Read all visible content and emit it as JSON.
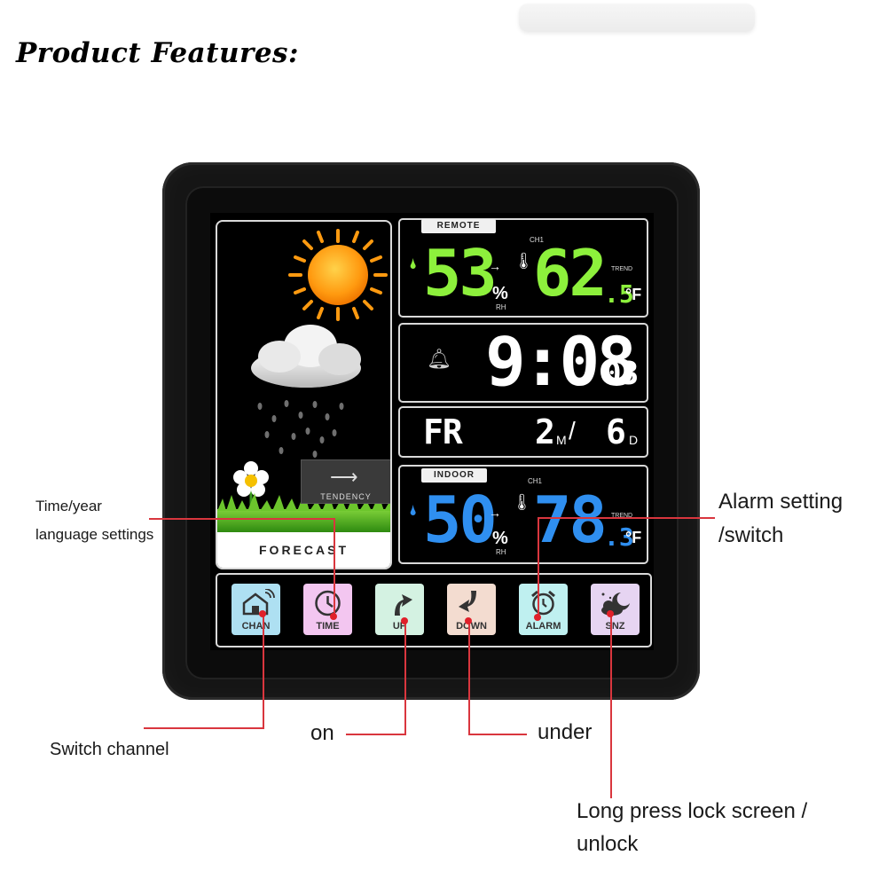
{
  "title": "Product Features:",
  "device": {
    "remote": {
      "tag": "REMOTE",
      "channel": "CH1",
      "humidity": "53",
      "humidity_unit": "%",
      "rh": "RH",
      "temp_whole": "62",
      "temp_decimal": ".5",
      "temp_unit": "°F",
      "trend": "TREND"
    },
    "clock": {
      "time": "9:08",
      "seconds": "03"
    },
    "date": {
      "weekday": "FR",
      "month": "2",
      "month_suffix": "M",
      "separator": "/",
      "day": "6",
      "day_suffix": "D"
    },
    "indoor": {
      "tag": "INDOOR",
      "channel": "CH1",
      "humidity": "50",
      "humidity_unit": "%",
      "rh": "RH",
      "temp_whole": "78",
      "temp_decimal": ".3",
      "temp_unit": "°F",
      "trend": "TREND"
    },
    "forecast_label": "FORECAST",
    "tendency_label": "TENDENCY",
    "buttons": [
      {
        "label": "CHAN",
        "icon": "house-signal-icon",
        "color": "#aee0f2"
      },
      {
        "label": "TIME",
        "icon": "clock-icon",
        "color": "#f3c6f0"
      },
      {
        "label": "UP",
        "icon": "arrow-up-icon",
        "color": "#d4f2e2"
      },
      {
        "label": "DOWN",
        "icon": "arrow-down-icon",
        "color": "#f3dcd0"
      },
      {
        "label": "ALARM",
        "icon": "alarm-clock-icon",
        "color": "#bff0f0"
      },
      {
        "label": "SNZ",
        "icon": "moon-cloud-icon",
        "color": "#e6d4f2"
      }
    ]
  },
  "callouts": {
    "time_year_line1": "Time/year",
    "time_year_line2": "language settings",
    "switch_channel": "Switch channel",
    "on": "on",
    "under": "under",
    "alarm_line1": "Alarm setting",
    "alarm_line2": "/switch",
    "lock_line1": "Long press lock screen /",
    "lock_line2": "unlock"
  },
  "colors": {
    "remote_digits": "#8df03c",
    "indoor_digits": "#2f8ff0",
    "clock_digits": "#ffffff",
    "callout_line": "#d9363e"
  }
}
